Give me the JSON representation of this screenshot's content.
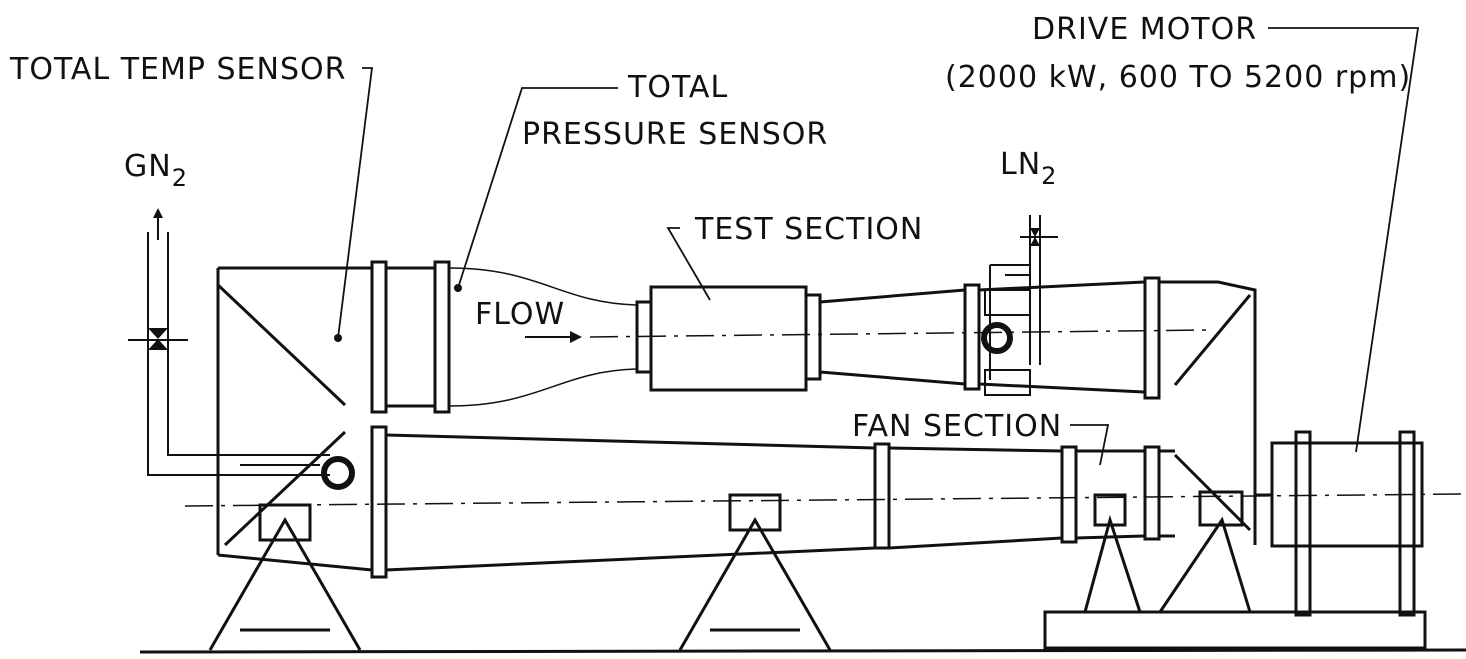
{
  "labels": {
    "total_temp_sensor": "TOTAL TEMP SENSOR",
    "total_pressure_sensor_line1": "TOTAL",
    "total_pressure_sensor_line2": "PRESSURE SENSOR",
    "drive_motor_line1": "DRIVE MOTOR",
    "drive_motor_line2": "(2000 kW, 600 TO 5200 rpm)",
    "gn2_base": "GN",
    "gn2_sub": "2",
    "ln2_base": "LN",
    "ln2_sub": "2",
    "test_section": "TEST SECTION",
    "flow": "FLOW",
    "fan_section": "FAN SECTION"
  }
}
